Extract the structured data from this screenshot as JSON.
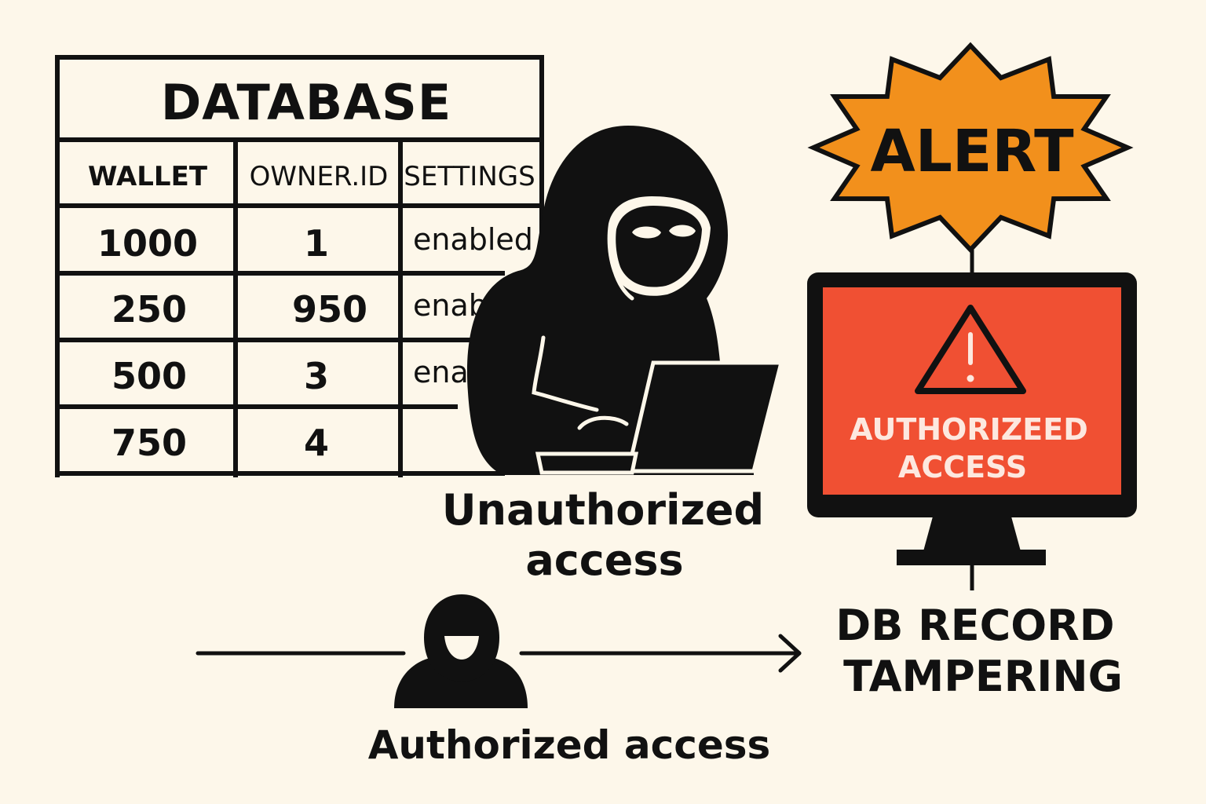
{
  "database": {
    "title": "DATABASE",
    "columns": [
      "WALLET",
      "OWNER.ID",
      "SETTINGS"
    ],
    "rows": [
      [
        "1000",
        "1",
        "enabled"
      ],
      [
        "250",
        "950",
        "enab"
      ],
      [
        "500",
        "3",
        "ena"
      ],
      [
        "750",
        "4",
        ""
      ]
    ]
  },
  "alert": {
    "label": "ALERT",
    "color": "#f2901c"
  },
  "monitor": {
    "icon": "warning-triangle-icon",
    "line1": "AUTHORIZEED",
    "line2": "ACCESS",
    "screen_color": "#f05033"
  },
  "captions": {
    "unauthorized_line1": "Unauthorized",
    "unauthorized_line2": "access",
    "tampering_line1": "DB RECORD",
    "tampering_line2": "TAMPERING",
    "authorized": "Authorized access"
  },
  "icons": {
    "hacker": "hooded-hacker-icon",
    "user": "masked-user-icon",
    "arrow": "arrow-right-icon"
  }
}
